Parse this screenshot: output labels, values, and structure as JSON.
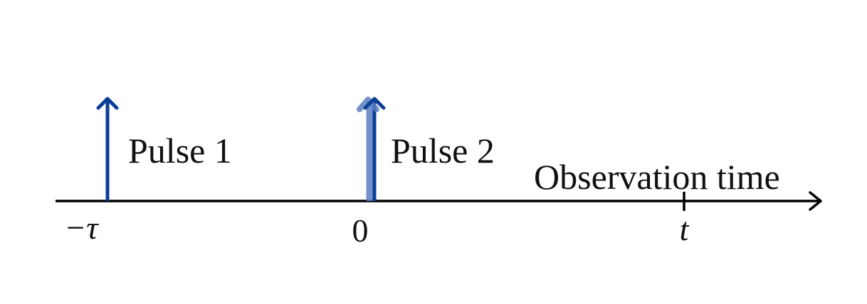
{
  "pulses": [
    {
      "label": "Pulse 1",
      "time_label": "−τ"
    },
    {
      "label": "Pulse 2",
      "time_label": "0"
    }
  ],
  "observation": {
    "label": "Observation time",
    "time_label": "t"
  },
  "colors": {
    "pulse_primary": "#0a3f96",
    "pulse_secondary": "#5b7fbf",
    "axis": "#000000"
  }
}
